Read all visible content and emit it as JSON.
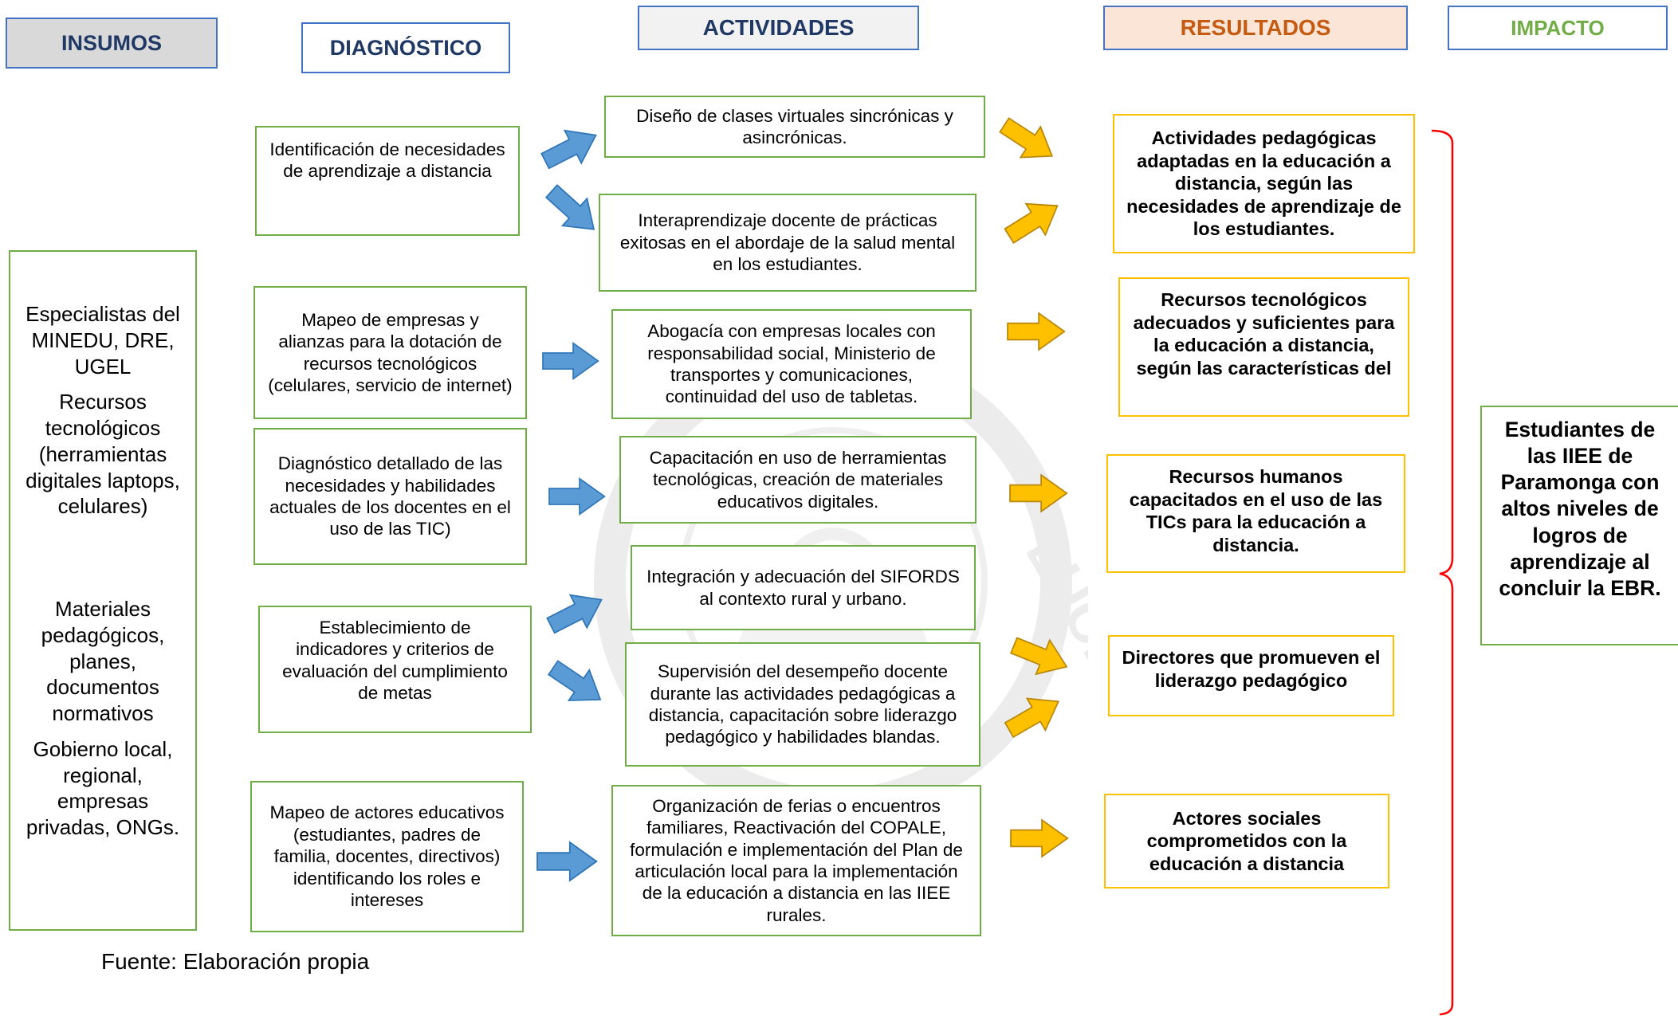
{
  "headers": {
    "insumos": "INSUMOS",
    "diagnostico": "DIAGNÓSTICO",
    "actividades": "ACTIVIDADES",
    "resultados": "RESULTADOS",
    "impacto": "IMPACTO"
  },
  "colors": {
    "insumos_border": "#4472c4",
    "insumos_fill": "#d9d9d9",
    "insumos_text": "#1f3864",
    "diagnostico_border": "#4472c4",
    "diagnostico_text": "#1f3864",
    "actividades_border": "#4472c4",
    "actividades_fill": "#f2f2f2",
    "actividades_text": "#1f3864",
    "resultados_border": "#4472c4",
    "resultados_fill": "#fbe5d6",
    "resultados_text": "#c55a11",
    "impacto_border": "#4472c4",
    "impacto_text": "#70ad47",
    "box_border_green": "#70ad47",
    "box_border_yellow": "#ffc000",
    "arrow_blue": "#5b9bd5",
    "arrow_yellow": "#ffc000",
    "brace": "#ff0000"
  },
  "insumos": [
    "Especialistas del MINEDU, DRE, UGEL",
    "Recursos tecnológicos (herramientas digitales laptops, celulares)",
    "Materiales pedagógicos, planes, documentos normativos",
    "Gobierno local, regional, empresas privadas, ONGs."
  ],
  "diagnostico": [
    "Identificación de necesidades de aprendizaje a distancia",
    "Mapeo de empresas y alianzas para la dotación de recursos tecnológicos (celulares, servicio de internet)",
    "Diagnóstico detallado de las necesidades y habilidades actuales de los docentes en el uso de las TIC)",
    "Establecimiento de indicadores y criterios de evaluación del cumplimiento de metas",
    "Mapeo de actores educativos (estudiantes, padres de familia, docentes, directivos) identificando los roles e intereses"
  ],
  "actividades": [
    "Diseño de clases virtuales sincrónicas y asincrónicas.",
    "Interaprendizaje docente de prácticas exitosas en el abordaje de la salud mental en los estudiantes.",
    "Abogacía con empresas locales con responsabilidad social, Ministerio de transportes y comunicaciones, continuidad del uso de tabletas.",
    "Capacitación en uso de herramientas tecnológicas, creación de materiales educativos digitales.",
    "Integración y adecuación del SIFORDS al contexto rural y urbano.",
    "Supervisión del desempeño docente durante las actividades pedagógicas a distancia, capacitación sobre liderazgo pedagógico y habilidades blandas.",
    "Organización de ferias o encuentros familiares, Reactivación del COPALE, formulación e implementación del Plan de articulación local para la implementación de la educación a distancia en las IIEE rurales."
  ],
  "resultados": [
    "Actividades pedagógicas adaptadas en la educación a distancia, según las necesidades de aprendizaje de los estudiantes.",
    "Recursos tecnológicos adecuados y suficientes para la educación a distancia, según las características del",
    "Recursos humanos capacitados en el uso de las TICs para la educación a distancia.",
    "Directores que promueven el liderazgo pedagógico",
    "Actores sociales comprometidos con la educación a distancia"
  ],
  "impacto": "Estudiantes de las IIEE de Paramonga con altos niveles de logros de aprendizaje al concluir la EBR.",
  "fuente": "Fuente: Elaboración propia",
  "watermark_text": "LUCET"
}
